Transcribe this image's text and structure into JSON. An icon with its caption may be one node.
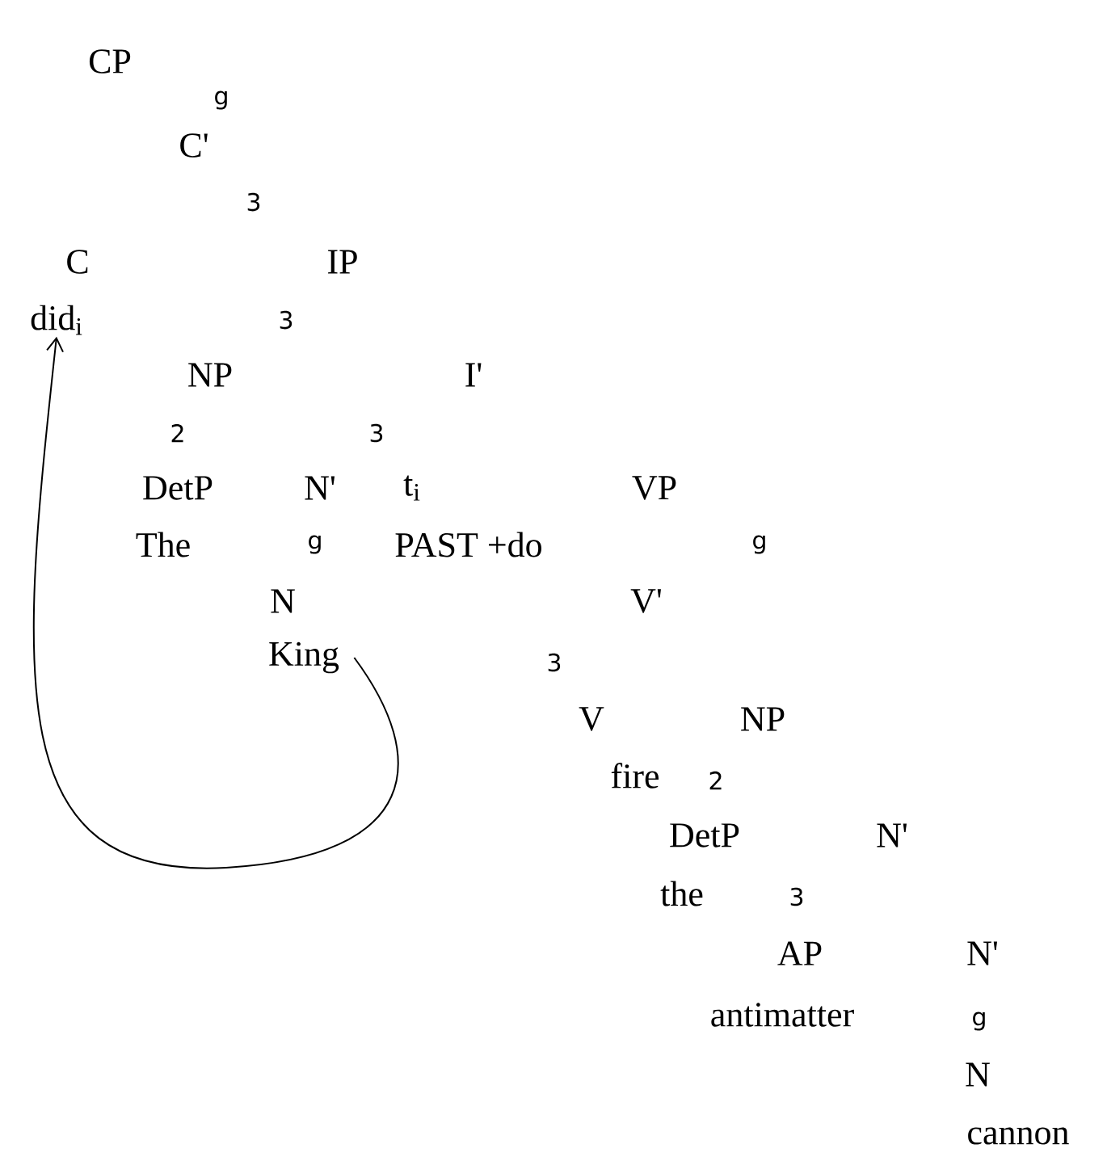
{
  "diagram": {
    "nodes": [
      {
        "text": [
          "did$_{i}$"
        ]
      },
      {
        "text": [
          "King"
        ]
      }
    ],
    "edges": [
      {
        "from": 1,
        "to": 0,
        "arrow": "to"
      }
    ],
    "labels": [
      "CP",
      "g",
      "C'",
      "3",
      "C",
      "IP",
      "3",
      "NP",
      "I'",
      "2",
      "3",
      "DetP",
      "N'",
      "t$_{i}$",
      "VP",
      "The",
      "g",
      "PAST +do",
      "g",
      "N",
      "V'",
      "3",
      "V",
      "NP",
      "fire",
      "2",
      "DetP",
      "N'",
      "the",
      "3",
      "AP",
      "N'",
      "antimatter",
      "g",
      "N",
      "cannon"
    ]
  }
}
